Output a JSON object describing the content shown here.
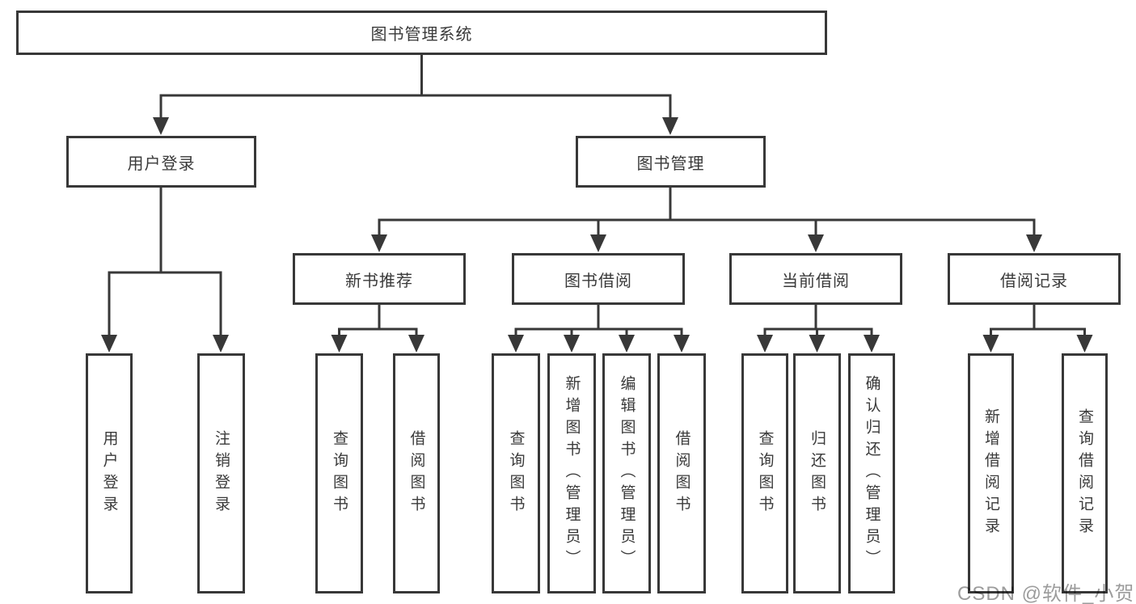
{
  "tree": {
    "root": "图书管理系统",
    "branches": [
      {
        "label": "用户登录",
        "children": [
          "用户登录",
          "注销登录"
        ]
      },
      {
        "label": "图书管理",
        "children": [
          {
            "label": "新书推荐",
            "children": [
              "查询图书",
              "借阅图书"
            ]
          },
          {
            "label": "图书借阅",
            "children": [
              "查询图书",
              "新增图书（管理员）",
              "编辑图书（管理员）",
              "借阅图书"
            ]
          },
          {
            "label": "当前借阅",
            "children": [
              "查询图书",
              "归还图书",
              "确认归还（管理员）"
            ]
          },
          {
            "label": "借阅记录",
            "children": [
              "新增借阅记录",
              "查询借阅记录"
            ]
          }
        ]
      }
    ]
  },
  "watermark": {
    "text": "CSDN @软件_小贺同学"
  },
  "colors": {
    "line": "#383838",
    "box_border": "#383838",
    "box_background": "#ffffff",
    "text": "#3a3a3a",
    "watermark": "#9c9c9c",
    "page_background": "#ffffff"
  }
}
